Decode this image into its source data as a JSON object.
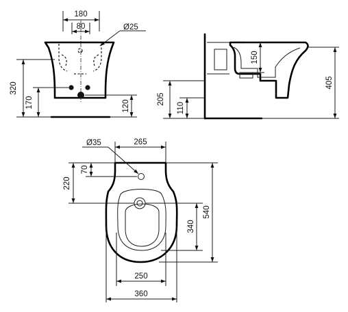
{
  "front_view": {
    "dim_width_outer": "180",
    "dim_width_inner": "80",
    "dim_waste_dia": "Ø25",
    "dim_height_total": "320",
    "dim_height_fixing": "170",
    "dim_height_waste": "120"
  },
  "side_view": {
    "dim_height_total": "405",
    "dim_height_bowl": "150",
    "dim_height_mount": "205",
    "dim_height_waste": "110"
  },
  "plan_view": {
    "dim_tap_hole_dia": "Ø35",
    "dim_tap_hole_offset": "265",
    "dim_tap_hole_depth": "70",
    "dim_waste_depth": "220",
    "dim_bowl_length": "340",
    "dim_total_length": "540",
    "dim_bowl_width": "250",
    "dim_total_width": "360"
  }
}
